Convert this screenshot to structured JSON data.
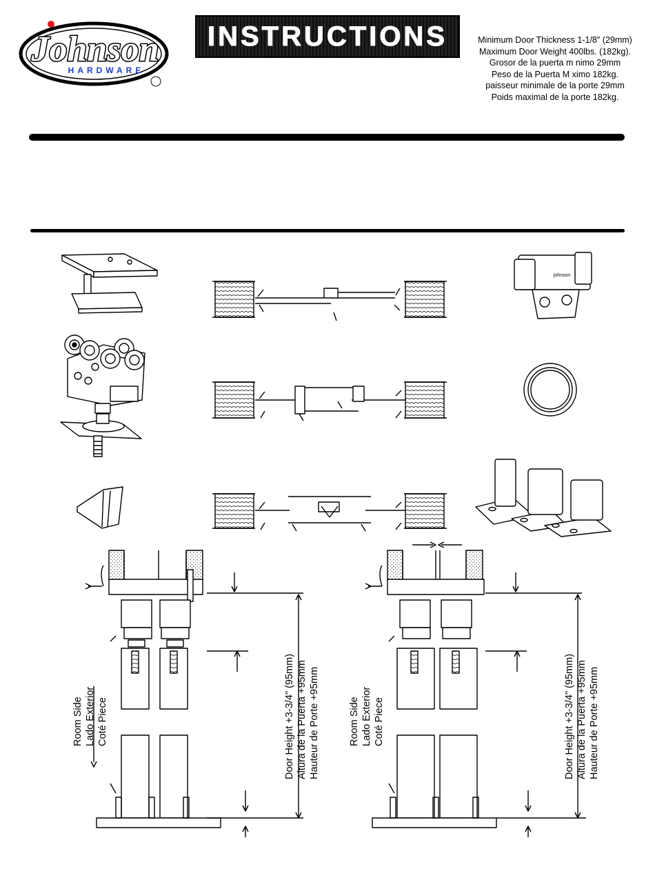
{
  "brand": {
    "name": "Johnson",
    "subname": "HARDWARE",
    "registered_mark": "®",
    "accent_color": "#e01b1b",
    "sub_color": "#1c3fbf"
  },
  "header": {
    "title": "INSTRUCTIONS"
  },
  "specs": [
    "Minimum Door Thickness 1-1/8\" (29mm)",
    "Maximum Door Weight 400lbs. (182kg).",
    "Grosor de la puerta m nimo 29mm",
    "Peso de la Puerta M  ximo 182kg.",
    "paisseur minimale de la porte 29mm",
    "Poids maximal de la porte 182kg."
  ],
  "diagrams": {
    "left": {
      "room_side": [
        "Room Side",
        "Lado Exterior",
        "Coté Piece"
      ],
      "door_height": [
        "Door Height +3-3/4\" (95mm)",
        "Altura de la Puerta +95mm",
        "Hauteur de Porte +95mm"
      ]
    },
    "right": {
      "room_side": [
        "Room Side",
        "Lado Exterior",
        "Coté Piece"
      ],
      "door_height": [
        "Door Height +3-3/4\" (95mm)",
        "Altura de la Puerta +95mm",
        "Hauteur de Porte +95mm"
      ]
    }
  }
}
